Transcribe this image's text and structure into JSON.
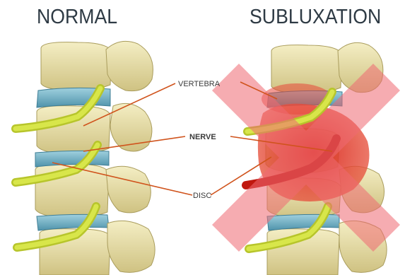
{
  "titles": {
    "left": "NORMAL",
    "right": "SUBLUXATION"
  },
  "labels": {
    "vertebra": "VERTEBRA",
    "nerve": "NERVE",
    "disc": "DISC"
  },
  "colors": {
    "bone": "#e8dfa8",
    "bone_shadow": "#b9ad6e",
    "disc": "#6fb2c9",
    "nerve": "#c9d83a",
    "leader_line": "#d0531c",
    "inflammation": "#e8473a",
    "cross": "#f06a73"
  }
}
